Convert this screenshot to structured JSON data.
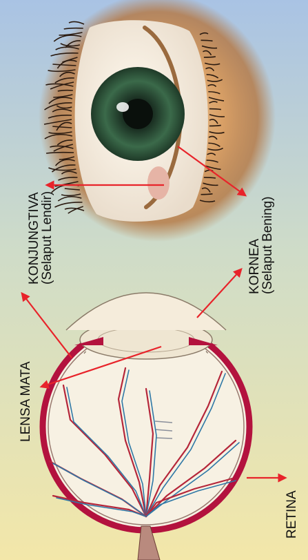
{
  "labels": {
    "konjungtiva": {
      "name": "KONJUNGTIVA",
      "sub": "(Selaput Lendir)"
    },
    "kornea": {
      "name": "KORNEA",
      "sub": "(Selaput Bening)"
    },
    "lensa": {
      "name": "LENSA MATA"
    },
    "retina": {
      "name": "RETINA"
    }
  },
  "colors": {
    "background_top": "#a9c3e4",
    "background_bottom": "#f3e7a9",
    "pointer_arrow": "#e8232a",
    "sclera_outer": "#b3123e",
    "vessel_red": "#b5263a",
    "vessel_blue": "#2f78a6",
    "iris": "#2f5a3e",
    "skin": "#c98e52"
  }
}
